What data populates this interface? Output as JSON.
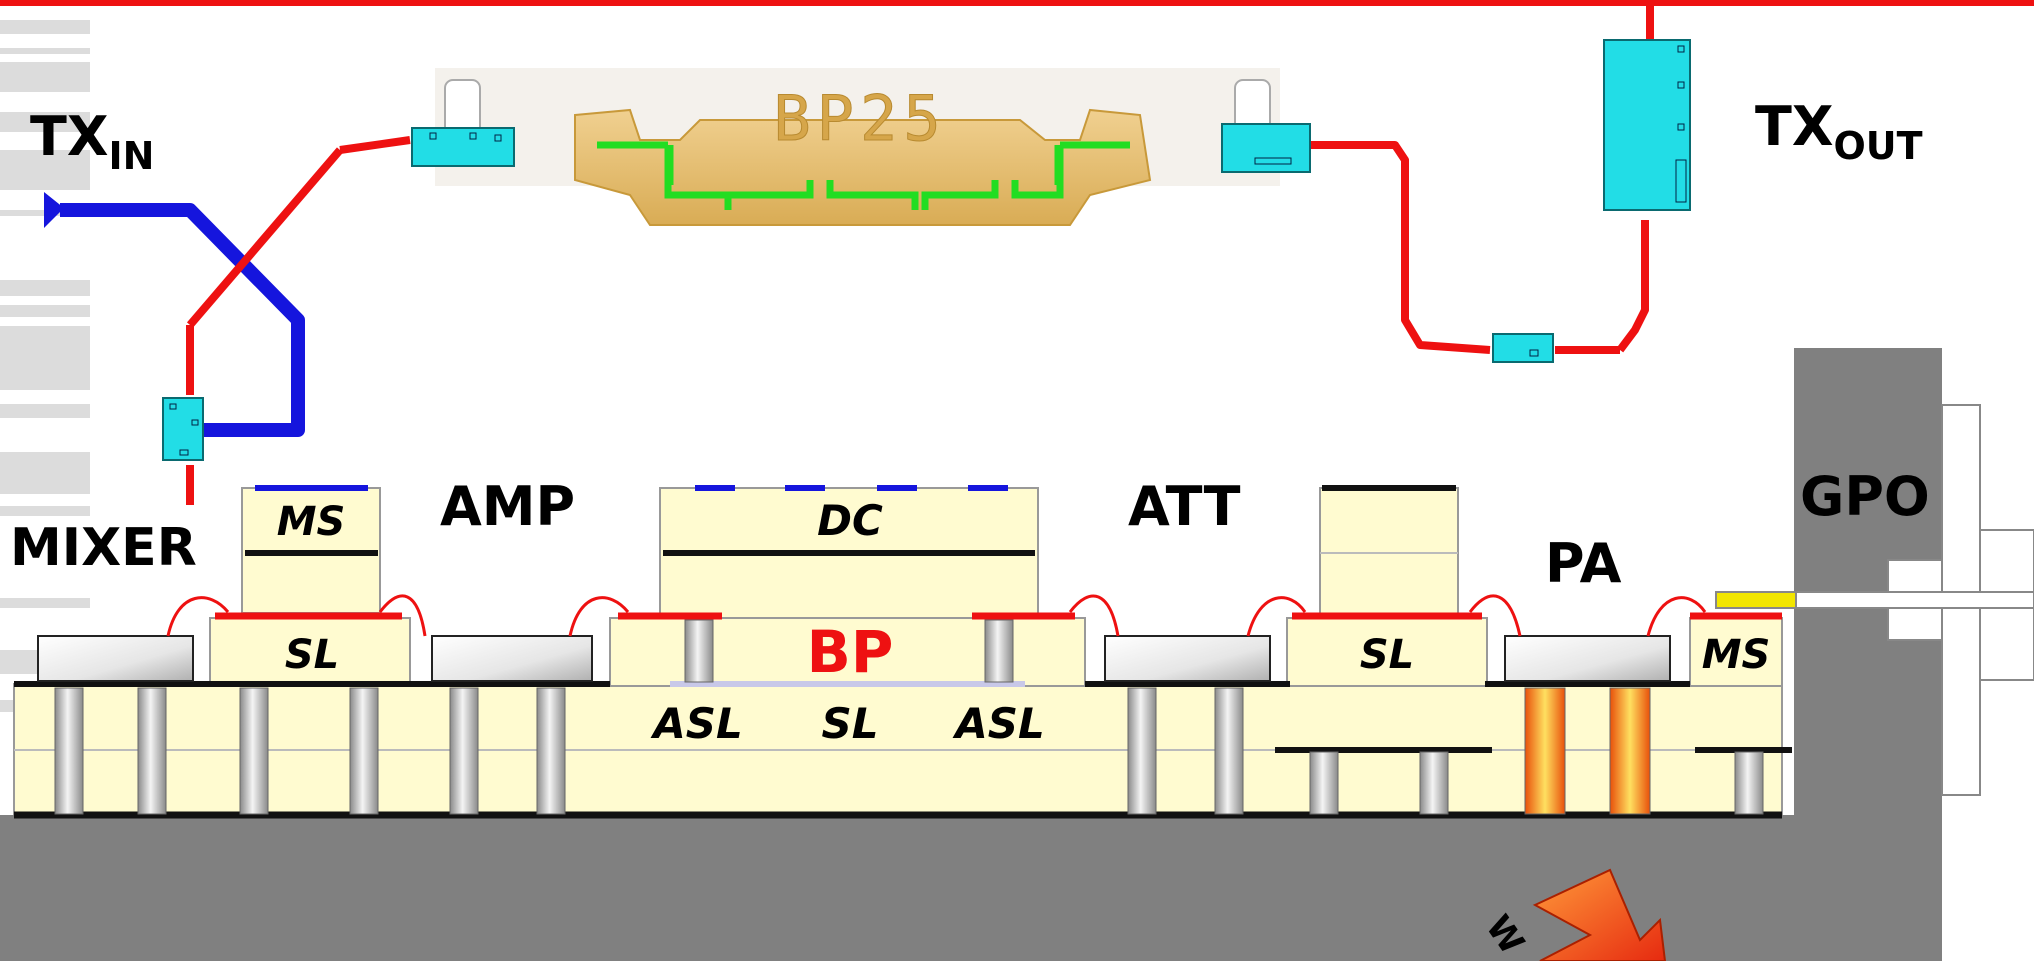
{
  "labels": {
    "tx_in": "TX",
    "tx_in_sub": "IN",
    "tx_out": "TX",
    "tx_out_sub": "OUT",
    "mixer": "MIXER",
    "amp": "AMP",
    "att": "ATT",
    "pa": "PA",
    "gpo": "GPO",
    "bp25": "BP25",
    "bp": "BP",
    "ms_left": "MS",
    "ms_right": "MS",
    "dc": "DC",
    "sl_left": "SL",
    "sl_mid": "SL",
    "sl_right": "SL",
    "asl_left": "ASL",
    "asl_right": "ASL",
    "lightning_text": "W"
  },
  "colors": {
    "frame_red": "#ee1111",
    "line_red": "#ee1111",
    "line_blue": "#1515dd",
    "chip_cyan": "#22dde6",
    "filter_green": "#22dd22",
    "filter_gold": "#e6c27a",
    "substrate": "#fffbd0",
    "carrier_gray": "#808080",
    "gpo_yellow": "#f2e600",
    "bp_red": "#ee1111"
  }
}
